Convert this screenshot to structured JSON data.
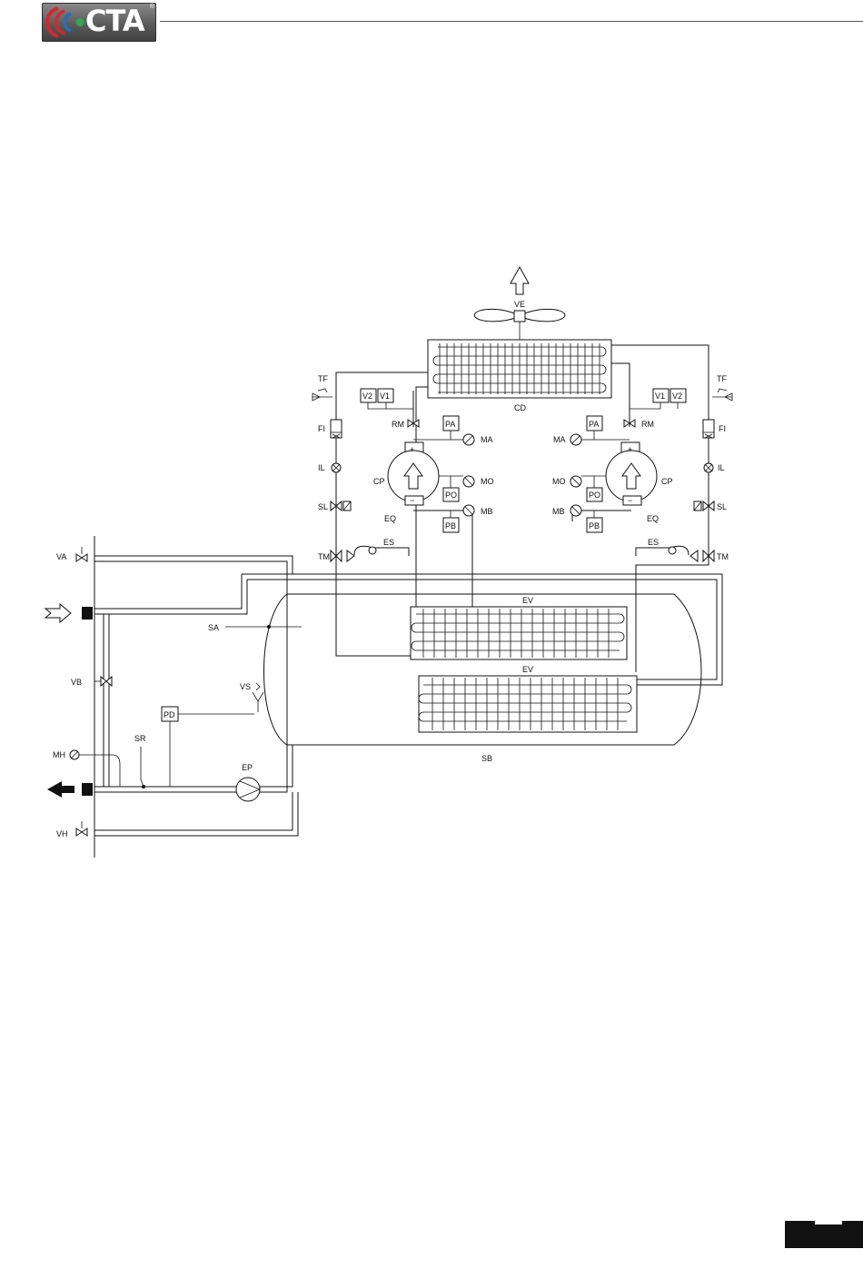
{
  "header": {
    "brand": "CTA",
    "logo_colors": {
      "arc_red": "#d7262c",
      "arc_blue": "#2b6fb6",
      "dot_green": "#2fa84f",
      "plate": "#5c5c5c"
    }
  },
  "diagram": {
    "labels": {
      "ve": "VE",
      "cd": "CD",
      "tf_left": "TF",
      "tf_right": "TF",
      "v2_left": "V2",
      "v1_left": "V1",
      "v1_right": "V1",
      "v2_right": "V2",
      "fi_left": "FI",
      "fi_right": "FI",
      "rm_left": "RM",
      "rm_right": "RM",
      "pa_left": "PA",
      "pa_right": "PA",
      "ma_left": "MA",
      "ma_right": "MA",
      "il_left": "IL",
      "il_right": "IL",
      "cp_left": "CP",
      "cp_right": "CP",
      "mo_left": "MO",
      "mo_right": "MO",
      "po_left": "PO",
      "po_right": "PO",
      "sl_left": "SL",
      "sl_right": "SL",
      "mb_left": "MB",
      "mb_right": "MB",
      "eq_left": "EQ",
      "eq_right": "EQ",
      "pb_left": "PB",
      "pb_right": "PB",
      "es_left": "ES",
      "es_right": "ES",
      "tm_left": "TM",
      "tm_right": "TM",
      "va": "VA",
      "ev_top": "EV",
      "ev_bottom": "EV",
      "sa": "SA",
      "vb": "VB",
      "vs": "VS",
      "pd": "PD",
      "sr": "SR",
      "mh": "MH",
      "ep": "EP",
      "sb": "SB",
      "vh": "VH",
      "plus_left": "+",
      "minus_left": "−",
      "plus_right": "+",
      "minus_right": "−"
    },
    "icons": [
      "fan-icon",
      "exhaust-arrow-icon",
      "water-inlet-arrow-icon",
      "water-outlet-arrow-icon",
      "pump-icon",
      "valve-icon",
      "gauge-icon"
    ]
  }
}
